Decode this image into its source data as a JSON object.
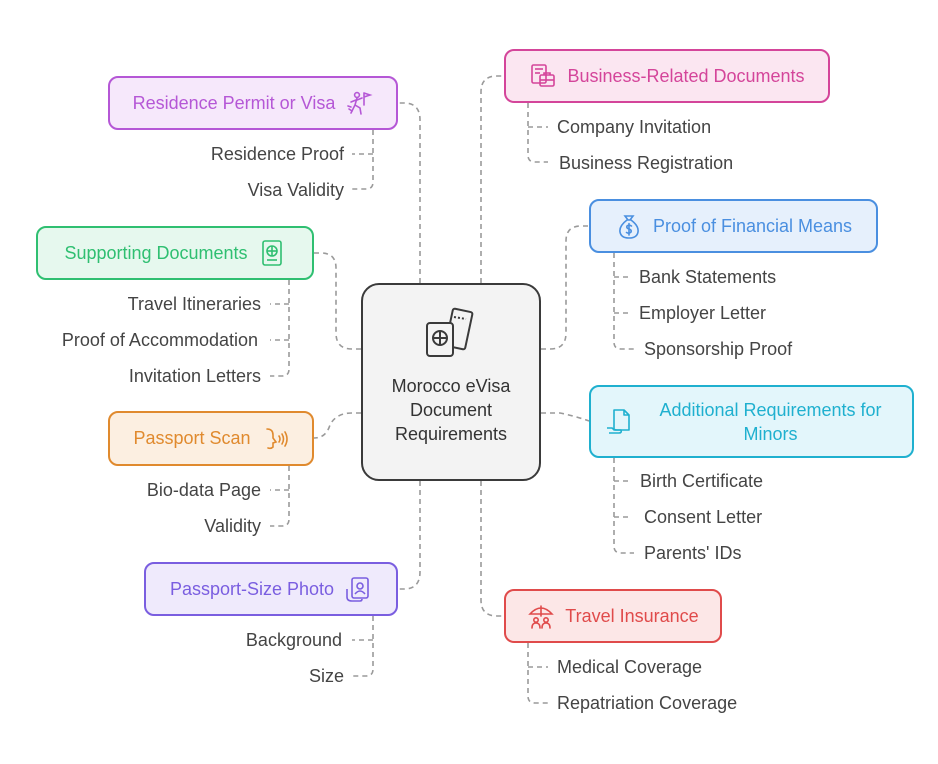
{
  "colors": {
    "purple": "#b557d6",
    "pink": "#d4459a",
    "green": "#2fbf71",
    "blue": "#4a8fe0",
    "orange": "#e08a2e",
    "cyan": "#1fb0cf",
    "violet": "#7a5ee0",
    "red": "#e04b4b",
    "connector": "#9a9a9a"
  },
  "center": {
    "title": "Morocco eVisa Document Requirements",
    "icon": "passport-ticket-icon"
  },
  "nodes": {
    "residence": {
      "label": "Residence Permit or Visa",
      "icon": "person-flag-icon",
      "items": [
        "Residence Proof",
        "Visa Validity"
      ]
    },
    "supporting": {
      "label": "Supporting Documents",
      "icon": "passport-icon",
      "items": [
        "Travel Itineraries",
        "Proof of Accommodation",
        "Invitation Letters"
      ]
    },
    "passport_scan": {
      "label": "Passport Scan",
      "icon": "scan-face-icon",
      "items": [
        "Bio-data Page",
        "Validity"
      ]
    },
    "photo": {
      "label": "Passport-Size Photo",
      "icon": "photo-id-icon",
      "items": [
        "Background",
        "Size"
      ]
    },
    "business": {
      "label": "Business-Related Documents",
      "icon": "documents-briefcase-icon",
      "items": [
        "Company Invitation",
        "Business Registration"
      ]
    },
    "financial": {
      "label": "Proof of Financial Means",
      "icon": "money-bag-icon",
      "items": [
        "Bank Statements",
        "Employer Letter",
        "Sponsorship Proof"
      ]
    },
    "minors": {
      "label": "Additional Requirements for Minors",
      "icon": "document-hand-icon",
      "items": [
        "Birth Certificate",
        "Consent Letter",
        "Parents' IDs"
      ]
    },
    "insurance": {
      "label": "Travel Insurance",
      "icon": "umbrella-family-icon",
      "items": [
        "Medical Coverage",
        "Repatriation Coverage"
      ]
    }
  }
}
